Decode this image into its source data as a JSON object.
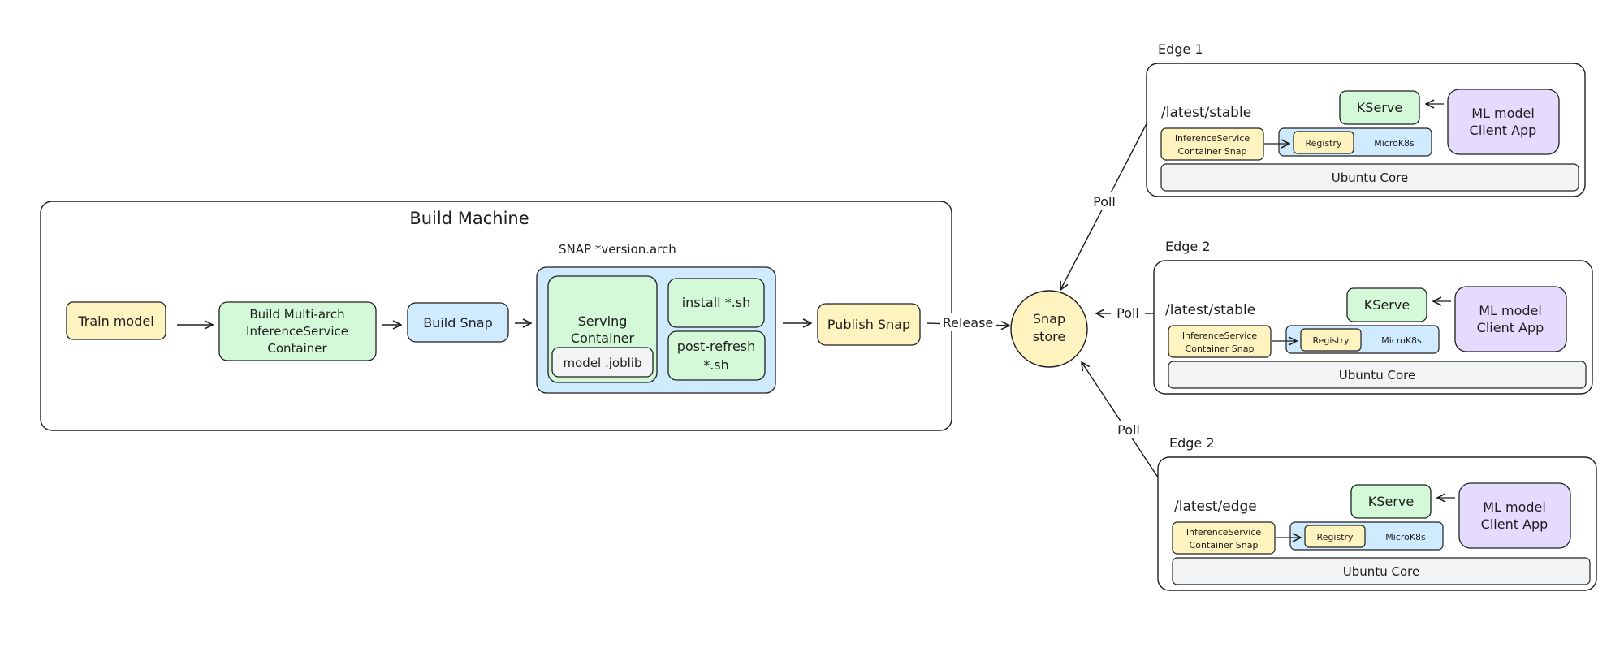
{
  "colors": {
    "stroke": "#1e1e1e",
    "yellow": "#fff3bf",
    "green": "#d3f9d8",
    "blue": "#d0ebff",
    "violet": "#e5dbff",
    "gray": "#f1f3f5",
    "white": "#ffffff"
  },
  "build_machine": {
    "title": "Build Machine",
    "train_model": "Train model",
    "build_container": [
      "Build Multi-arch",
      "InferenceService",
      "Container"
    ],
    "build_snap": "Build Snap",
    "snap_label": "SNAP *version.arch",
    "serving_container": [
      "Serving",
      "Container"
    ],
    "model_file": "model .joblib",
    "install_script": "install *.sh",
    "post_refresh_script": [
      "post-refresh",
      "*.sh"
    ],
    "publish_snap": "Publish Snap"
  },
  "release_label": "Release",
  "snap_store": [
    "Snap",
    "store"
  ],
  "poll_label": "Poll",
  "edges": [
    {
      "title": "Edge 1",
      "channel": "/latest/stable",
      "kserve": "KServe",
      "client_app": [
        "ML model",
        "Client App"
      ],
      "container_snap": [
        "InferenceService",
        "Container Snap"
      ],
      "registry": "Registry",
      "microk8s": "MicroK8s",
      "os": "Ubuntu Core"
    },
    {
      "title": "Edge 2",
      "channel": "/latest/stable",
      "kserve": "KServe",
      "client_app": [
        "ML model",
        "Client App"
      ],
      "container_snap": [
        "InferenceService",
        "Container Snap"
      ],
      "registry": "Registry",
      "microk8s": "MicroK8s",
      "os": "Ubuntu Core"
    },
    {
      "title": "Edge 2",
      "channel": "/latest/edge",
      "kserve": "KServe",
      "client_app": [
        "ML model",
        "Client App"
      ],
      "container_snap": [
        "InferenceService",
        "Container Snap"
      ],
      "registry": "Registry",
      "microk8s": "MicroK8s",
      "os": "Ubuntu Core"
    }
  ]
}
